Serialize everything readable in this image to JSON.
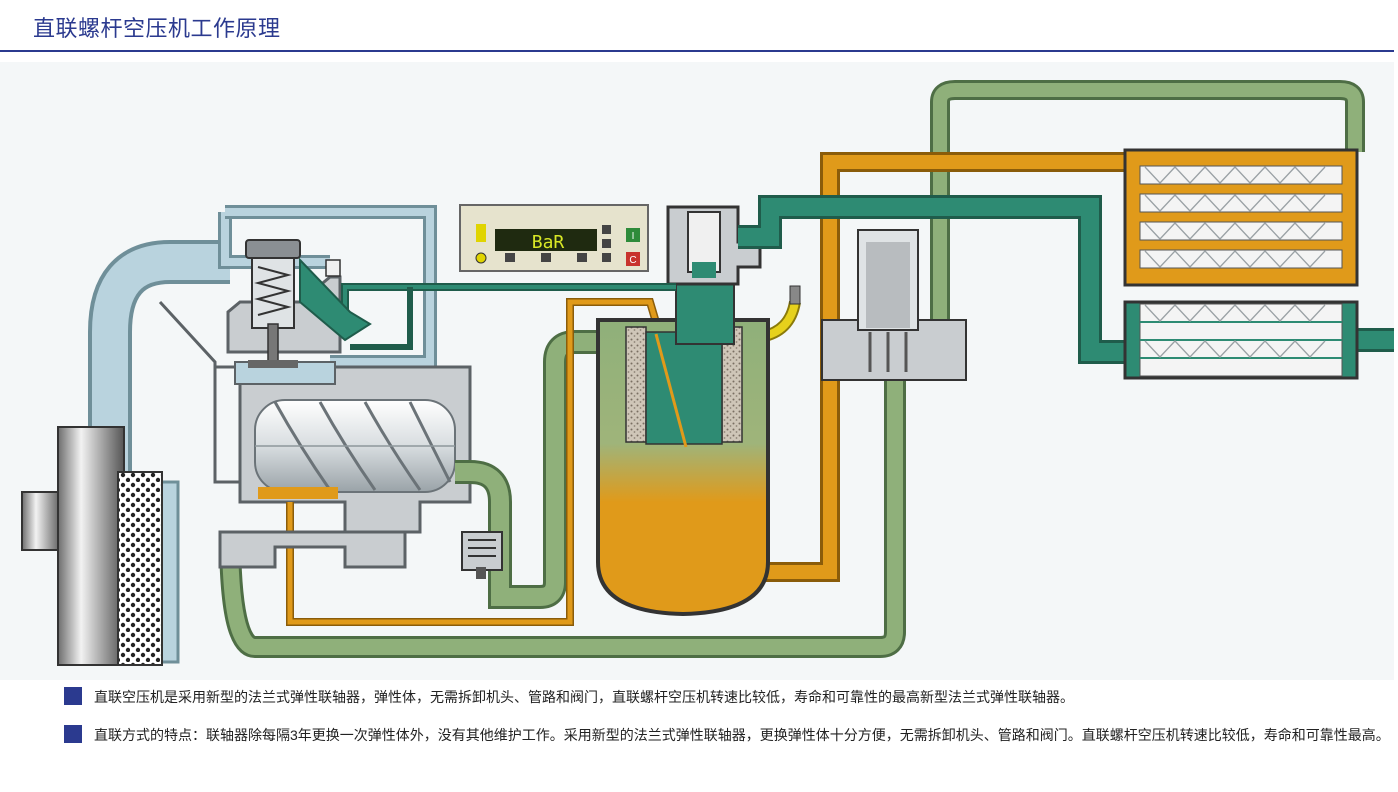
{
  "page": {
    "title": "直联螺杆空压机工作原理"
  },
  "controller": {
    "display_text": "BaR",
    "stop_key": "C",
    "start_key": "I"
  },
  "colors": {
    "accent": "#2b3a8f",
    "air_intake": "#b9d3de",
    "compressed_air": "#2e8b73",
    "oil": "#e09a1a",
    "oil_air_mix": "#8fb07a",
    "casing": "#c9cdd0"
  },
  "paragraphs": [
    {
      "text": "直联空压机是采用新型的法兰式弹性联轴器，弹性体，无需拆卸机头、管路和阀门，直联螺杆空压机转速比较低，寿命和可靠性的最高新型法兰式弹性联轴器。"
    },
    {
      "text": "直联方式的特点：联轴器除每隔3年更换一次弹性体外，没有其他维护工作。采用新型的法兰式弹性联轴器，更换弹性体十分方便，无需拆卸机头、管路和阀门。直联螺杆空压机转速比较低，寿命和可靠性最高。"
    }
  ],
  "icons": [
    "bullet-square-icon",
    "power-icon",
    "bar-display-icon"
  ]
}
